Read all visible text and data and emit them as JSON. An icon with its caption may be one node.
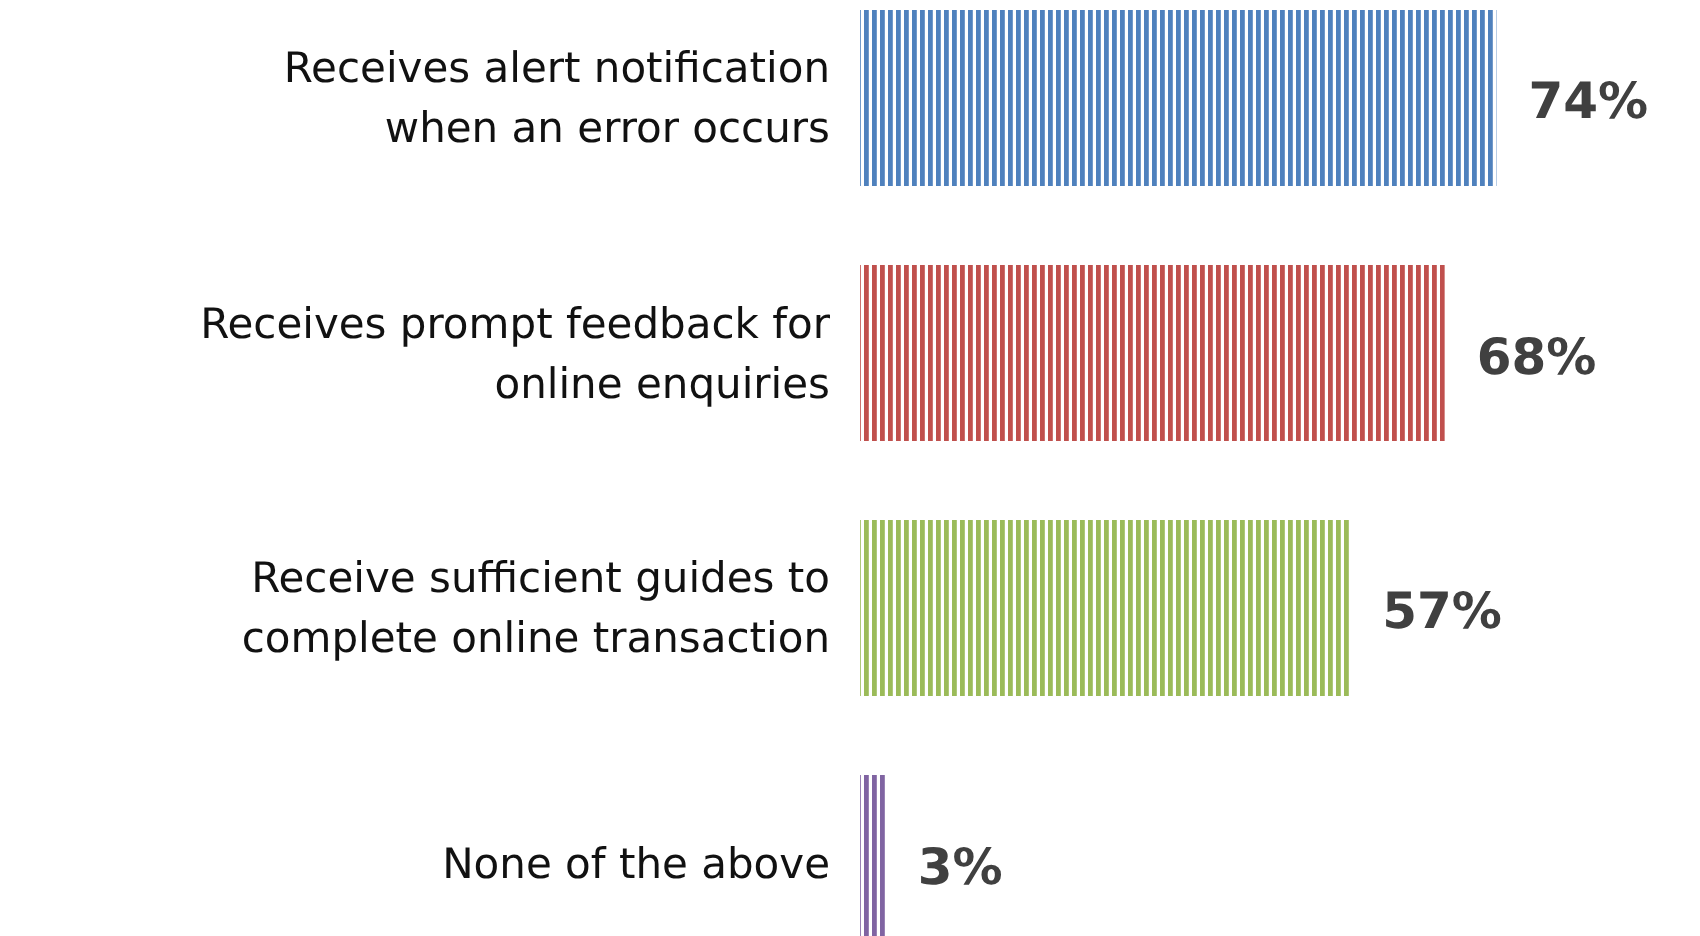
{
  "diagram": {
    "chart_data": {
      "type": "bar",
      "orientation": "horizontal",
      "stacked": true,
      "data_labels": true,
      "categories": [
        "Receives alert notification when an error occurs",
        "Receives prompt feedback for online enquiries",
        "Receive sufficient guides to complete online transaction",
        "None of the above"
      ],
      "series": [
        {
          "color": "#4f81bd",
          "values": [
            74,
            null,
            null,
            null
          ],
          "value_labels": [
            "74%",
            null,
            null,
            null
          ]
        },
        {
          "color": "#c0504d",
          "values": [
            null,
            68,
            null,
            null
          ],
          "value_labels": [
            null,
            "68%",
            null,
            null
          ]
        },
        {
          "color": "#9bbb59",
          "values": [
            null,
            null,
            57,
            null
          ],
          "value_labels": [
            null,
            null,
            "57%",
            null
          ]
        },
        {
          "color": "#8064a2",
          "values": [
            null,
            null,
            null,
            3
          ],
          "value_labels": [
            null,
            null,
            null,
            "3%"
          ]
        }
      ]
    }
  }
}
